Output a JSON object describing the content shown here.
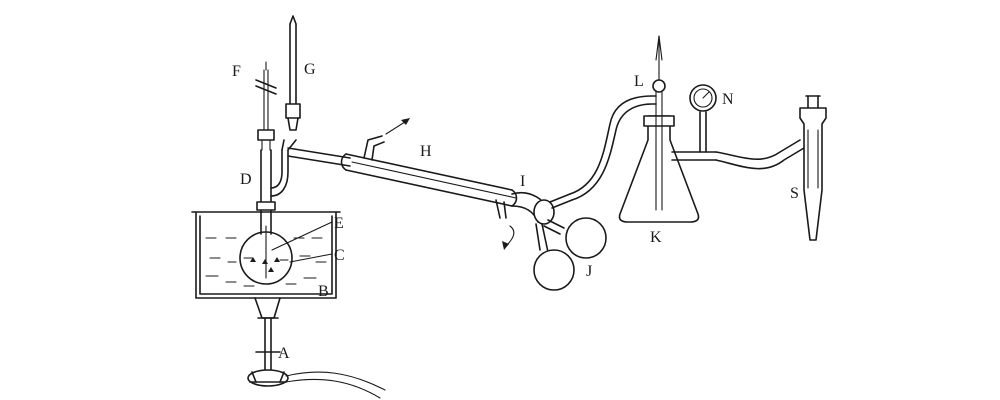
{
  "labels": {
    "A": "A",
    "B": "B",
    "C": "C",
    "D": "D",
    "E": "E",
    "F": "F",
    "G": "G",
    "H": "H",
    "I": "I",
    "J": "J",
    "K": "K",
    "L": "L",
    "N": "N",
    "S": "S"
  },
  "colors": {
    "ink": "#1a1a1a",
    "background": "#ffffff"
  }
}
